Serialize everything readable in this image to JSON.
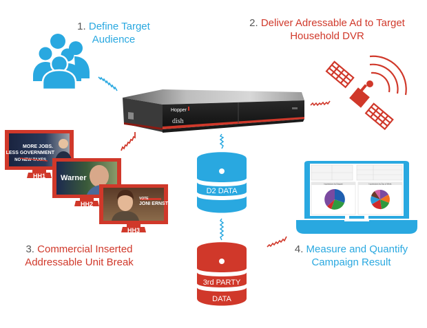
{
  "colors": {
    "blue": "#29a8e0",
    "red": "#d0382a",
    "number_gray": "#555555"
  },
  "steps": [
    {
      "number": "1.",
      "line1": "Define Target",
      "line2": "Audience",
      "color": "blue"
    },
    {
      "number": "2.",
      "line1": "Deliver Adressable Ad to Target",
      "line2": "Household DVR",
      "color": "red"
    },
    {
      "number": "3.",
      "line1": "Commercial Inserted",
      "line2": "Addressable Unit Break",
      "color": "red"
    },
    {
      "number": "4.",
      "line1": "Measure and Quantify",
      "line2": "Campaign Result",
      "color": "blue"
    }
  ],
  "icons": {
    "audience": "people-group-icon",
    "satellite": "satellite-icon",
    "dvr": "dvr-set-top-box",
    "laptop": "laptop-dashboard-icon"
  },
  "dvr": {
    "brand": "Hopper",
    "logo": "dish"
  },
  "households": [
    {
      "label": "HH1",
      "ad_lines": [
        "MORE JOBS.",
        "LESS GOVERNMENT",
        "NO NEW TAXES"
      ]
    },
    {
      "label": "HH2",
      "ad_lines": [
        "Warner"
      ]
    },
    {
      "label": "HH3",
      "ad_lines": [
        "VOTE",
        "JONI ERNST"
      ]
    }
  ],
  "databases": [
    {
      "label_top": "D2 DATA",
      "label_bottom": "",
      "color": "blue"
    },
    {
      "label_top": "3rd PARTY",
      "label_bottom": "DATA",
      "color": "red"
    }
  ],
  "dashboard": {
    "chart1_title": "Impressions by Daypart",
    "chart2_title": "Impressions by Day of Week"
  }
}
